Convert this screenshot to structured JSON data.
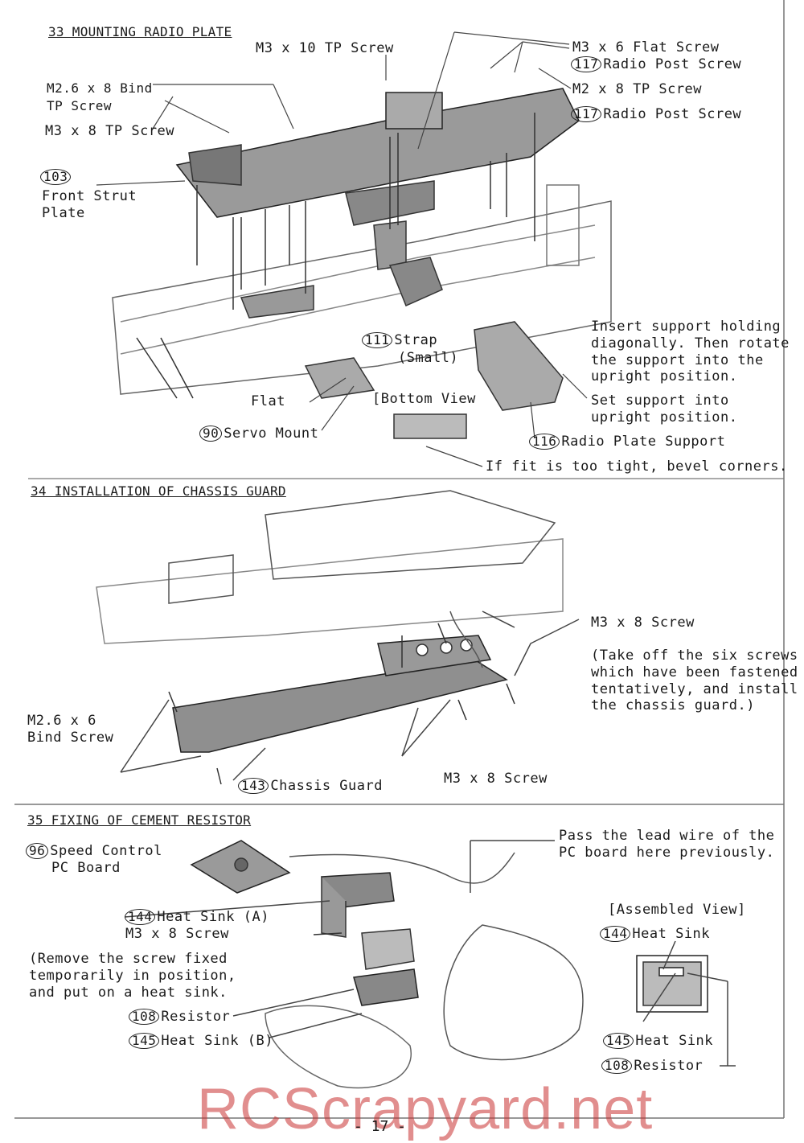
{
  "section33": {
    "title": "33 MOUNTING RADIO PLATE",
    "m3x10tp": "M3 x 10 TP Screw",
    "m3x6flat": "M3 x 6 Flat Screw",
    "p117a_num": "117",
    "p117a_label": "Radio Post Screw",
    "m2x8tp": "M2 x 8 TP Screw",
    "p117b_num": "117",
    "p117b_label": "Radio Post Screw",
    "m26x8bind_1": "M2.6 x 8 Bind",
    "m26x8bind_2": "TP Screw",
    "m3x8tp": "M3 x 8 TP Screw",
    "p103_num": "103",
    "p103_1": "Front Strut",
    "p103_2": "Plate",
    "p111_num": "111",
    "p111_1": "Strap",
    "p111_2": "(Small)",
    "insert_1": "Insert support holding",
    "insert_2": "diagonally. Then rotate",
    "insert_3": "the support into the",
    "insert_4": "upright position.",
    "set_1": "Set support into",
    "set_2": "upright position.",
    "flat": "Flat",
    "bottom_view": "[Bottom View",
    "p90_num": "90",
    "p90_label": "Servo Mount",
    "p116_num": "116",
    "p116_label": "Radio Plate Support",
    "bevel": "If fit is too tight, bevel corners."
  },
  "section34": {
    "title": "34 INSTALLATION OF CHASSIS GUARD",
    "m3x8_top": "M3 x 8 Screw",
    "note_1": "(Take off the six screws",
    "note_2": "which have been fastened",
    "note_3": "tentatively, and install",
    "note_4": "the chassis guard.)",
    "m26x6_1": "M2.6 x 6",
    "m26x6_2": "Bind Screw",
    "p143_num": "143",
    "p143_label": "Chassis Guard",
    "m3x8_bottom": "M3 x 8 Screw"
  },
  "section35": {
    "title": "35 FIXING OF CEMENT RESISTOR",
    "p96_num": "96",
    "p96_1": "Speed Control",
    "p96_2": "PC Board",
    "pass_1": "Pass the lead wire of the",
    "pass_2": "PC board here previously.",
    "assembled": "[Assembled View]",
    "p144a_num": "144",
    "p144a_label": "Heat Sink (A)",
    "m3x8": "M3 x 8 Screw",
    "remove_1": "(Remove the screw fixed",
    "remove_2": "temporarily in position,",
    "remove_3": "and put on a heat sink.",
    "p108_num": "108",
    "p108_label": "Resistor",
    "p145_num": "145",
    "p145_label": "Heat Sink (B)",
    "p144b_num": "144",
    "p144b_label": "Heat Sink",
    "p145b_num": "145",
    "p145b_label": "Heat Sink",
    "p108b_num": "108",
    "p108b_label": "Resistor"
  },
  "footer": {
    "page_number": "- 17 -",
    "watermark": "RCScrapyard.net"
  }
}
